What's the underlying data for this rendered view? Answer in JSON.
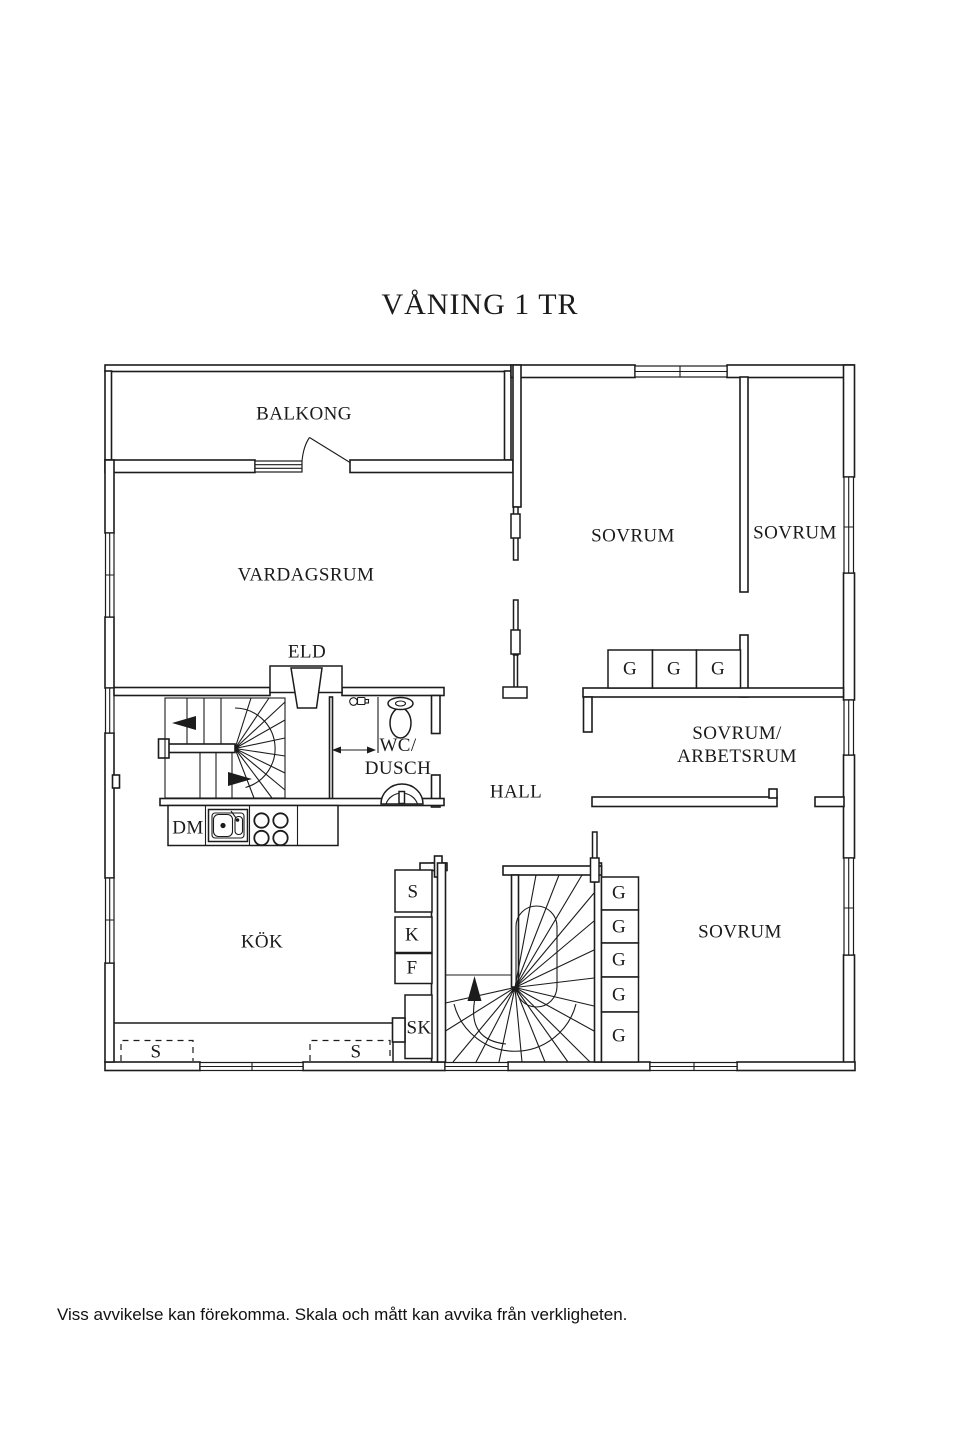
{
  "title": "VÅNING 1 TR",
  "footer": {
    "disclaimer": "Viss avvikelse kan förekomma. Skala och mått kan avvika från verkligheten."
  },
  "rooms": {
    "balkong": "BALKONG",
    "vardagsrum": "VARDAGSRUM",
    "sovrum": "SOVRUM",
    "hall": "HALL",
    "sovrum_arbetsrum_line1": "SOVRUM/",
    "sovrum_arbetsrum_line2": "ARBETSRUM",
    "wc_line1": "WC/",
    "wc_line2": "DUSCH",
    "kok": "KÖK",
    "eld": "ELD"
  },
  "fixtures": {
    "dm": "DM",
    "s": "S",
    "k": "K",
    "f": "F",
    "sk": "SK",
    "g": "G"
  },
  "colors": {
    "line": "#1c1c1c",
    "background": "#ffffff"
  }
}
